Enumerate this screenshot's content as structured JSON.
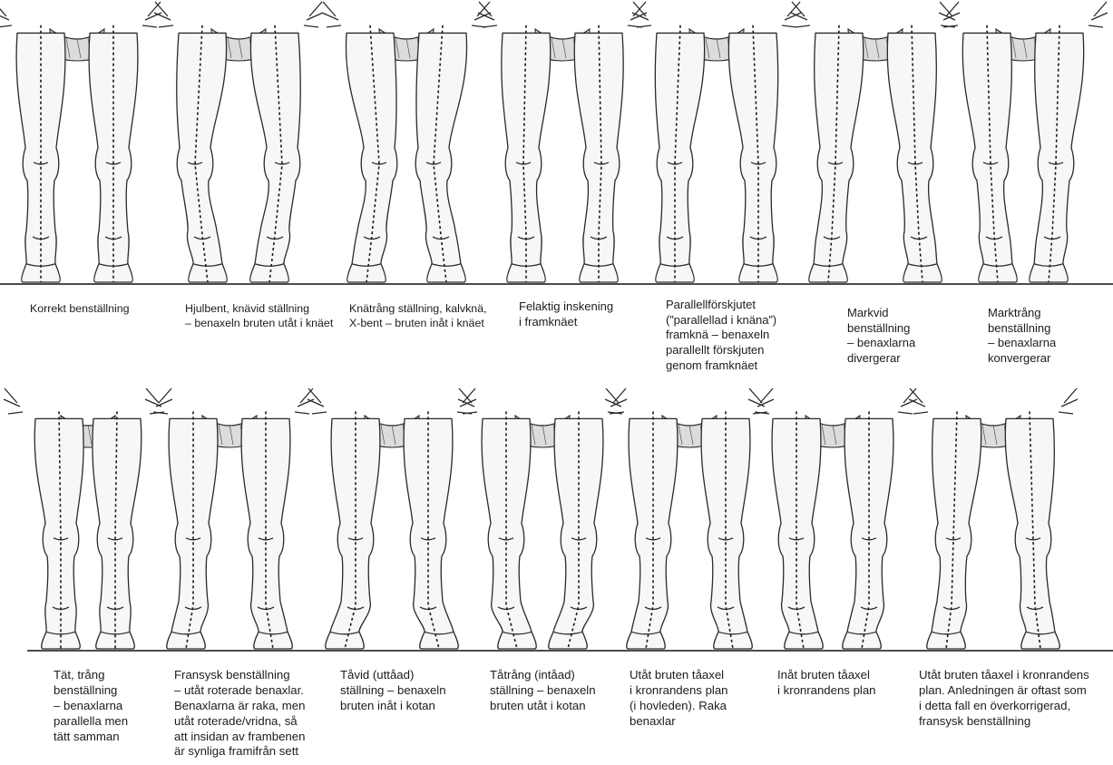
{
  "figure": {
    "rows": [
      {
        "captions": [
          "Korrekt benställning",
          "Hjulbent, knävid ställning\n– benaxeln bruten utåt i knäet",
          "Knätrång ställning, kalvknä,\nX-bent – bruten inåt i knäet",
          "Felaktig inskening\ni framknäet",
          "Parallellförskjutet\n(”parallellad i knäna”)\nframknä – benaxeln\nparallellt förskjuten\ngenom framknäet",
          "Markvid\nbenställning\n– benaxlarna\ndivergerar",
          "Marktrång\nbenställning\n– benaxlarna\nkonvergerar"
        ]
      },
      {
        "captions": [
          "Tät, trång\nbenställning\n– benaxlarna\nparallella men\ntätt samman",
          "Fransysk benställning\n– utåt roterade benaxlar.\nBenaxlarna är raka, men\nutåt roterade/vridna, så\natt insidan av frambenen\när synliga framifrån sett",
          "Tåvid (uttåad)\nställning – benaxeln\nbruten inåt i kotan",
          "Tåtrång (intåad)\nställning – benaxeln\nbruten utåt i kotan",
          "Utåt bruten tåaxel\ni kronrandens plan\n(i hovleden). Raka\nbenaxlar",
          "Inåt bruten tåaxel\ni kronrandens plan",
          "Utåt bruten tåaxel i kronrandens\nplan. Anledningen är oftast som\ni detta fall en överkorrigerad,\nfransysk benställning"
        ]
      }
    ]
  }
}
